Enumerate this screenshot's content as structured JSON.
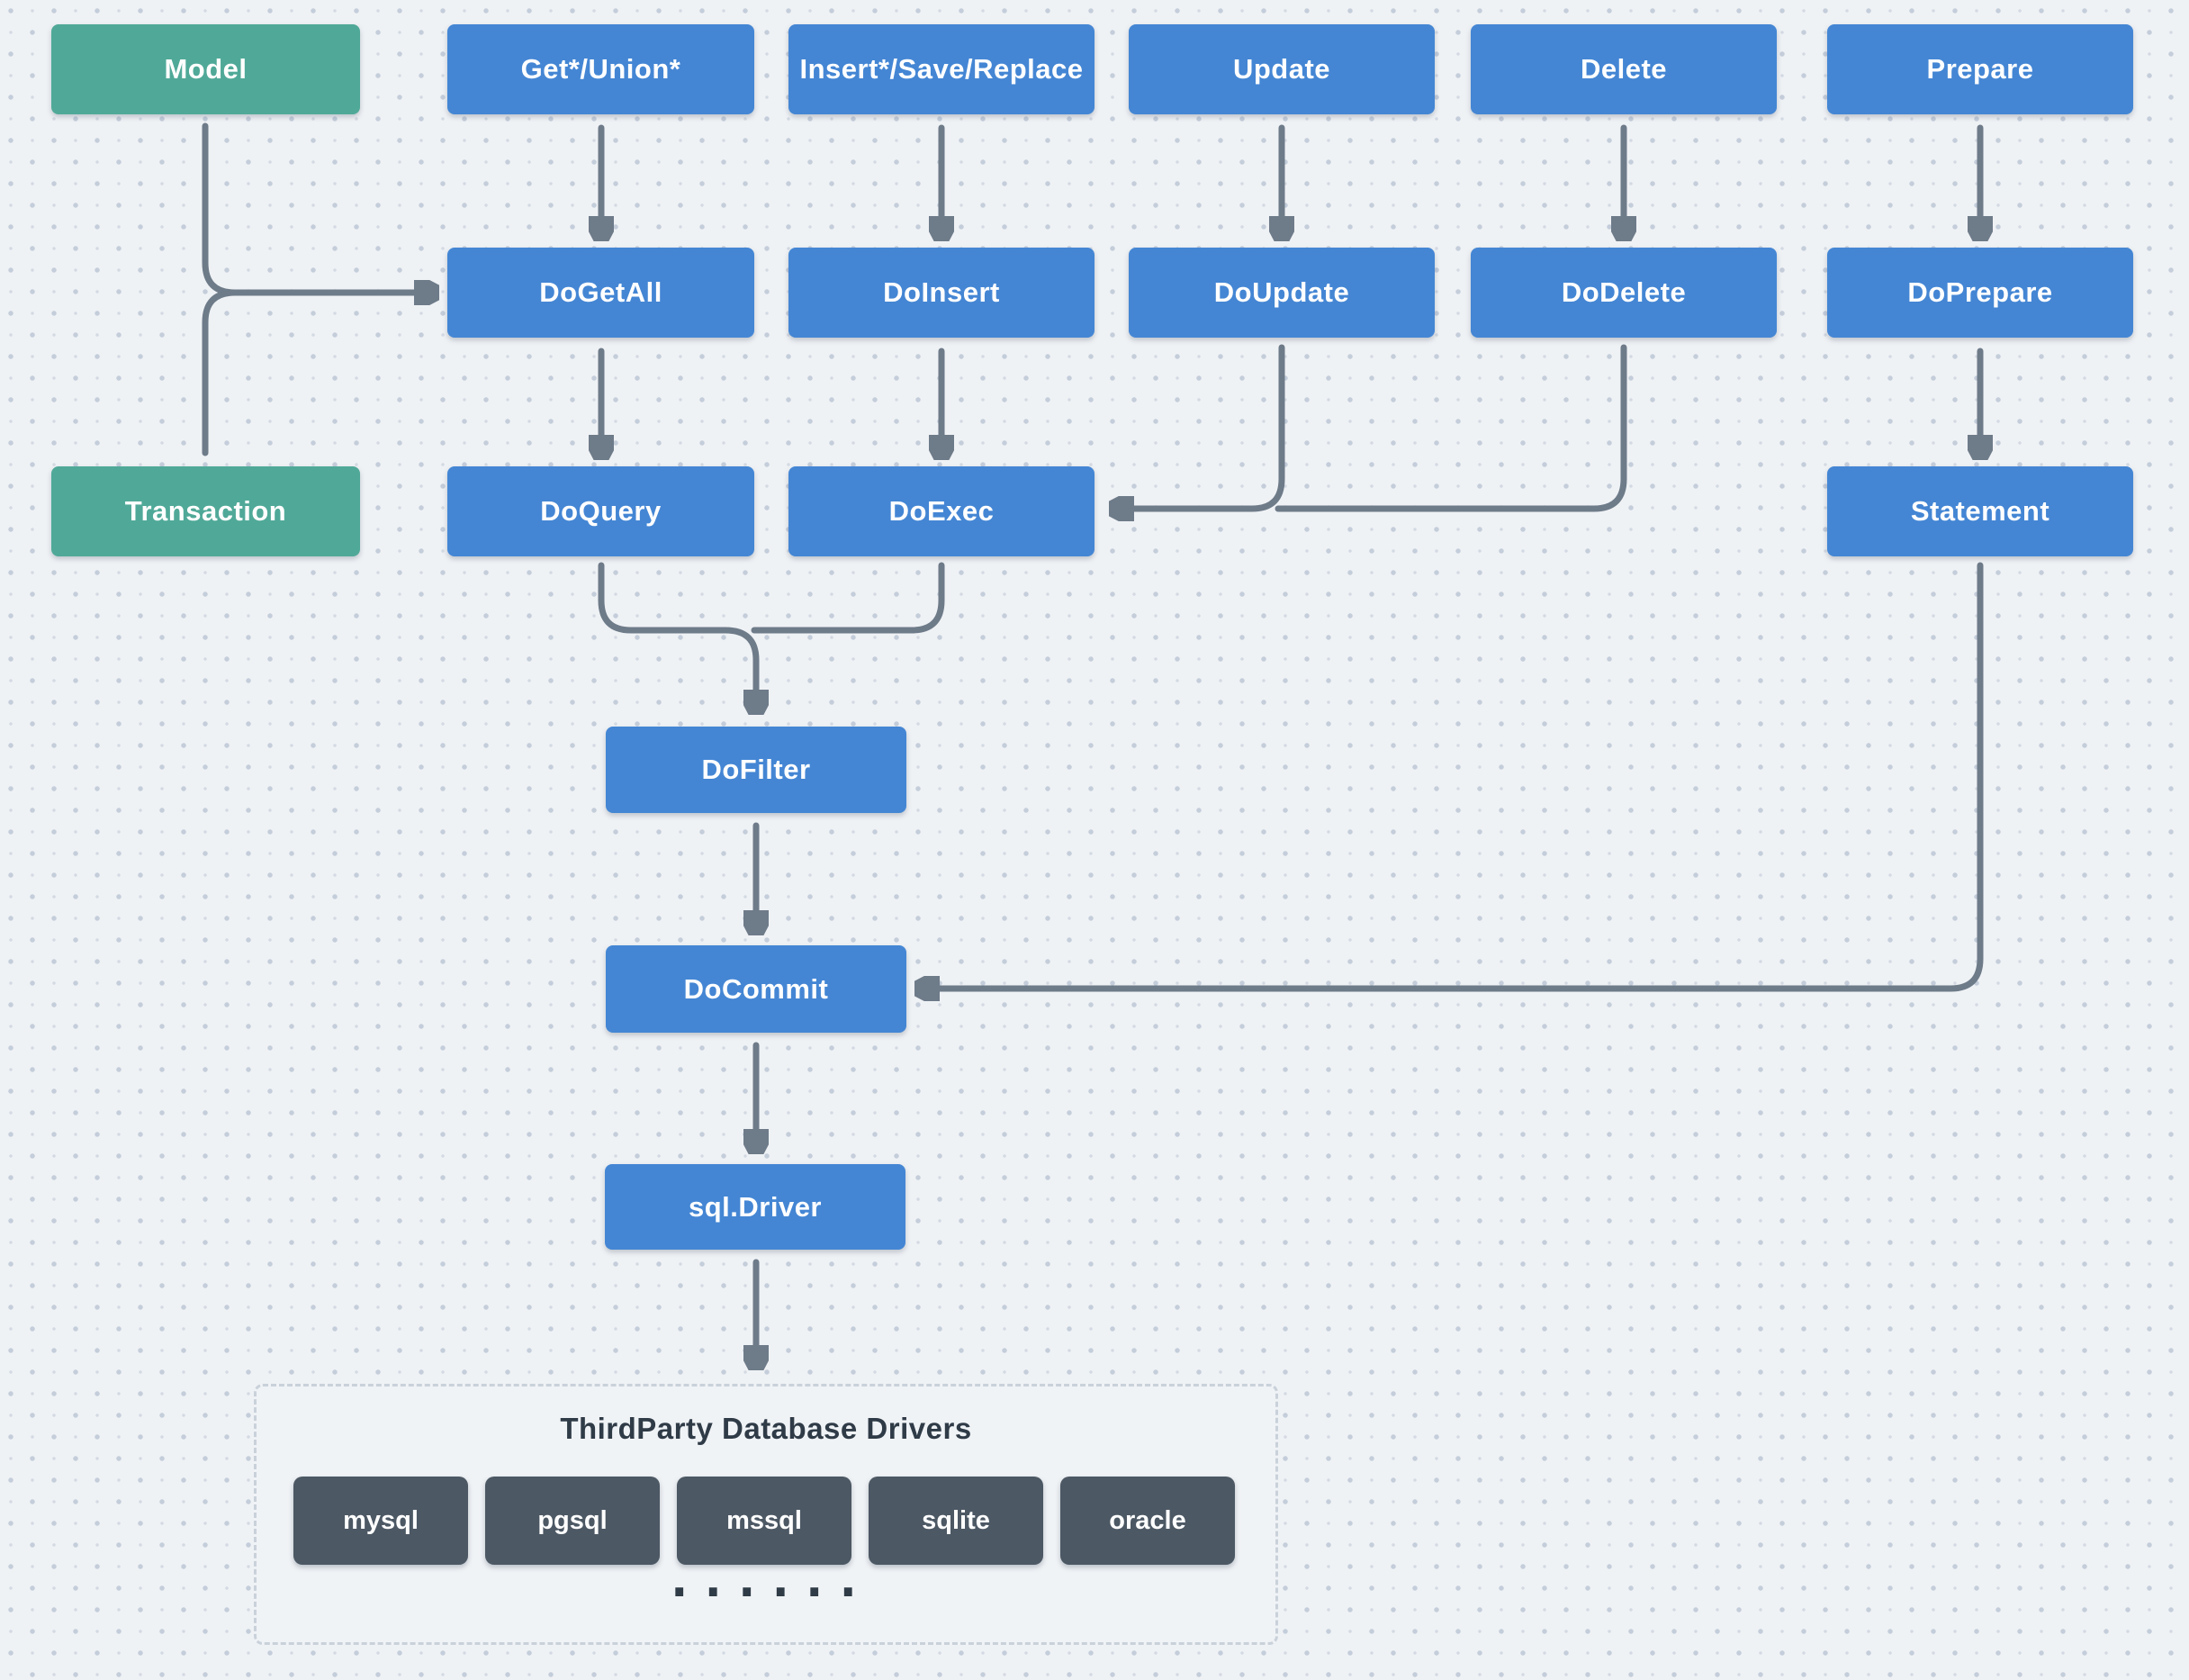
{
  "diagram": {
    "nodes": {
      "model": "Model",
      "transaction": "Transaction",
      "get_union": "Get*/Union*",
      "insert_save_replace": "Insert*/Save/Replace",
      "update": "Update",
      "delete": "Delete",
      "prepare": "Prepare",
      "do_get_all": "DoGetAll",
      "do_insert": "DoInsert",
      "do_update": "DoUpdate",
      "do_delete": "DoDelete",
      "do_prepare": "DoPrepare",
      "do_query": "DoQuery",
      "do_exec": "DoExec",
      "statement": "Statement",
      "do_filter": "DoFilter",
      "do_commit": "DoCommit",
      "sql_driver": "sql.Driver"
    },
    "third_party_panel": {
      "title": "ThirdParty Database Drivers",
      "drivers": [
        "mysql",
        "pgsql",
        "mssql",
        "sqlite",
        "oracle"
      ],
      "more_indicator": "......"
    },
    "colors": {
      "entity_green": "#50a998",
      "method_blue": "#4486d4",
      "driver_slate": "#4c5864",
      "arrow_gray": "#6e7b89",
      "heading_text": "#2f3b47",
      "page_background": "#eff2f5",
      "panel_background": "#f0f3f6",
      "panel_border": "#c9d1da"
    }
  }
}
